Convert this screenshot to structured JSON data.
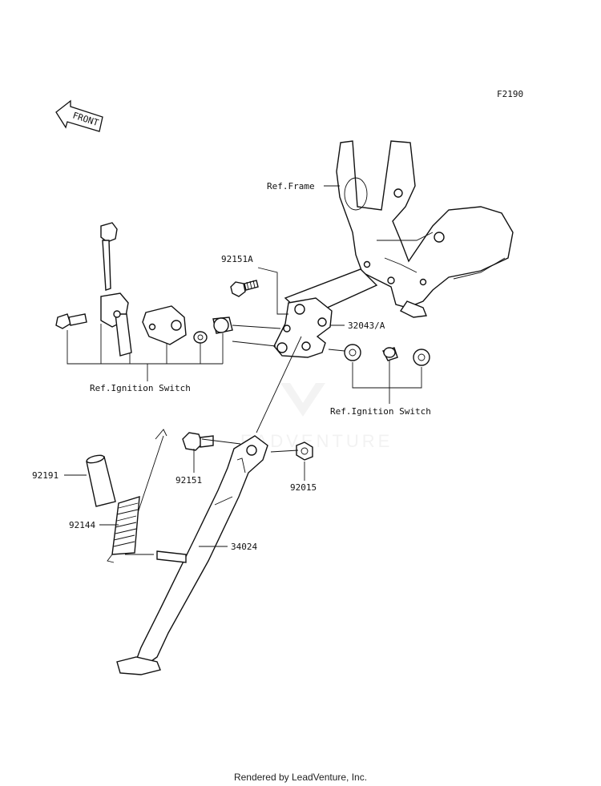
{
  "figure_code": "F2190",
  "front_label": "FRONT",
  "labels": {
    "ref_frame": "Ref.Frame",
    "p92151A": "92151A",
    "p32043A": "32043/A",
    "ref_ignition_left": "Ref.Ignition Switch",
    "ref_ignition_right": "Ref.Ignition Switch",
    "p92191": "92191",
    "p92151": "92151",
    "p92015": "92015",
    "p92144": "92144",
    "p34024": "34024"
  },
  "watermark": "EADVENTURE",
  "footer": "Rendered by LeadVenture, Inc."
}
